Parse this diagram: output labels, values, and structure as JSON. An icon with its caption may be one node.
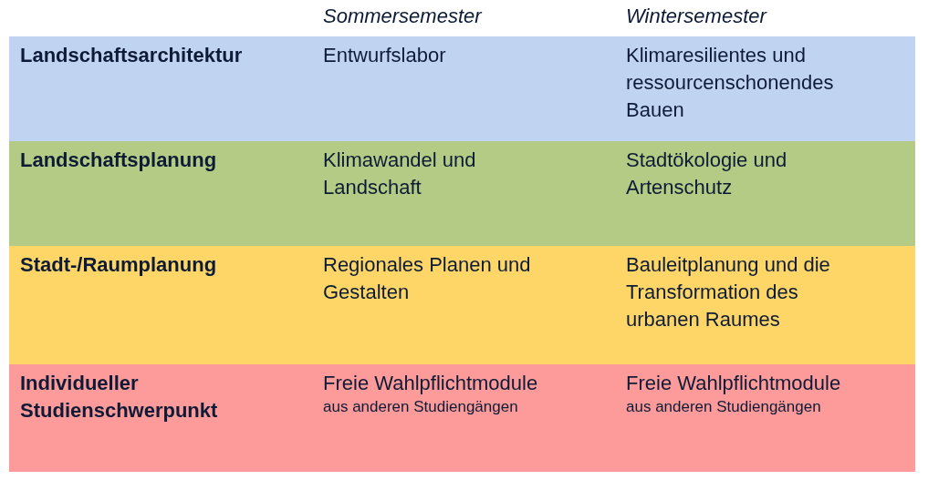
{
  "diagram": {
    "labels": [
      "Sommersemester",
      "Wintersemester",
      "Landschaftsarchitektur",
      "Entwurfslabor",
      "Klimaresilientes und ressourcenschonendes Bauen",
      "Landschaftsplanung",
      "Klimawandel und Landschaft",
      "Stadtökologie und Artenschutz",
      "Stadt-/Raumplanung",
      "Regionales Planen und Gestalten",
      "Bauleitplanung und die Transformation des urbanen Raumes",
      "Individueller Studienschwerpunkt",
      "Freie Wahlpflichtmodule",
      "aus anderen Studiengängen",
      "Freie Wahlpflichtmodule",
      "aus anderen Studiengängen"
    ]
  }
}
